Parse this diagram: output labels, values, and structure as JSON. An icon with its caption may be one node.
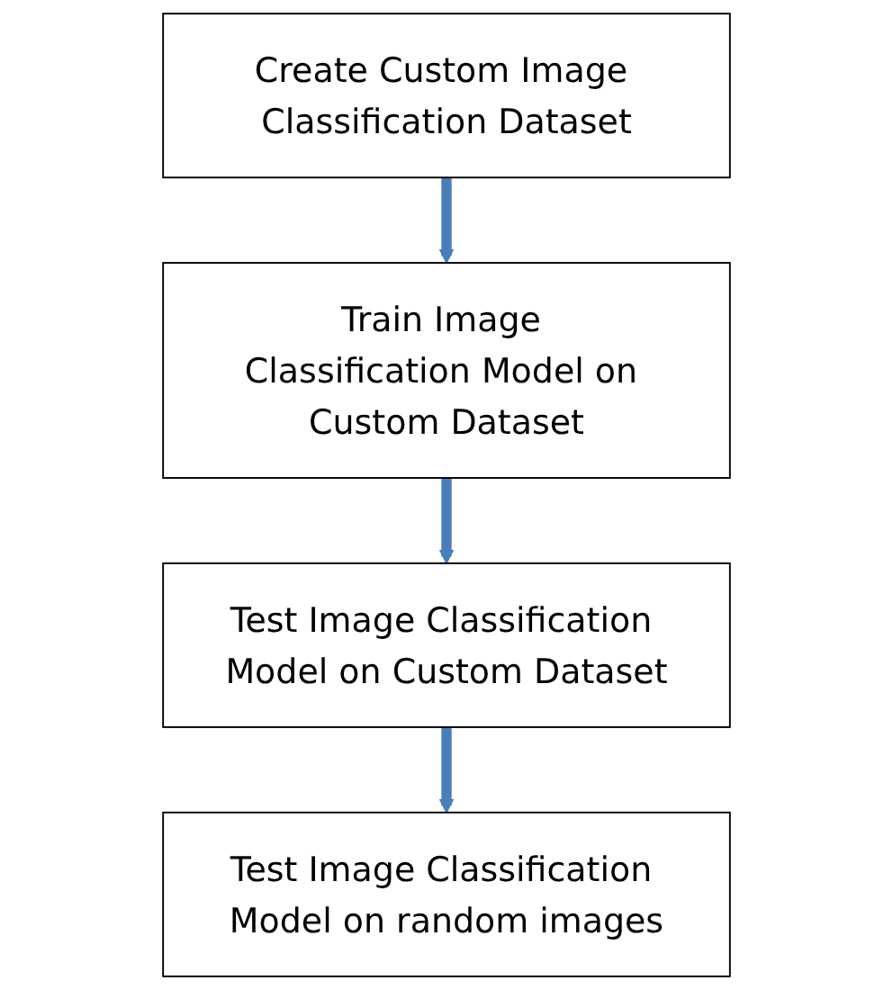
{
  "diagram": {
    "nodes": [
      {
        "text": [
          "Create Custom Image Classification Dataset"
        ]
      },
      {
        "text": [
          "Train Image Classification Model on Custom Dataset"
        ]
      },
      {
        "text": [
          "Test Image Classification Model on Custom Dataset"
        ]
      },
      {
        "text": [
          "Test Image Classification Model on random images"
        ]
      }
    ],
    "edges": [
      {
        "from": 0,
        "to": 1,
        "arrow": "to"
      },
      {
        "from": 1,
        "to": 2,
        "arrow": "to"
      },
      {
        "from": 2,
        "to": 3,
        "arrow": "to"
      }
    ]
  }
}
